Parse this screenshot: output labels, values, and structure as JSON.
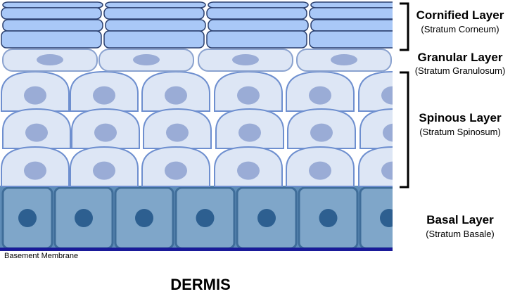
{
  "layers": [
    {
      "id": "cornified",
      "title": "Cornified Layer",
      "subtitle": "(Stratum Corneum)"
    },
    {
      "id": "granular",
      "title": "Granular Layer",
      "subtitle": "(Stratum Granulosum)"
    },
    {
      "id": "spinous",
      "title": "Spinous Layer",
      "subtitle": "(Stratum Spinosum)"
    },
    {
      "id": "basal",
      "title": "Basal Layer",
      "subtitle": "(Stratum Basale)"
    }
  ],
  "basement_membrane": "Basement Membrane",
  "dermis": "DERMIS",
  "colors": {
    "cornified_fill": "#a9c8f7",
    "cornified_stroke": "#2a3f6e",
    "granular_fill": "#dde6f5",
    "granular_stroke": "#8aa2cf",
    "spinous_fill": "#dde6f5",
    "spinous_stroke": "#6e8fcf",
    "nucleus_light": "#9aacd6",
    "basal_fill": "#7fa6c9",
    "basal_stroke": "#3f6d99",
    "basal_nucleus": "#2d5f90",
    "membrane": "#1a1a99",
    "bracket": "#000000"
  }
}
